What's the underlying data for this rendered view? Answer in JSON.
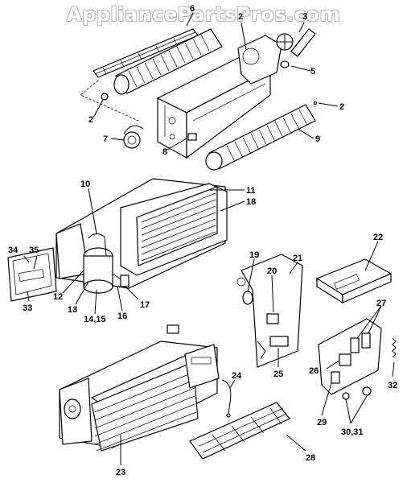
{
  "watermark": "AppliancePartsPros.com",
  "callouts": {
    "c1": "2",
    "c2": "3",
    "c3": "6",
    "c4": "5",
    "c5": "2",
    "c6": "2",
    "c7": "7",
    "c8": "8",
    "c9": "9",
    "c10": "10",
    "c11": "11",
    "c12": "18",
    "c13": "34",
    "c14": "35",
    "c15": "33",
    "c16": "12",
    "c17": "13",
    "c18": "14,15",
    "c19": "16",
    "c20": "17",
    "c21": "19",
    "c22": "20",
    "c23": "21",
    "c24": "25",
    "c25": "22",
    "c26": "27",
    "c27": "26",
    "c28": "32",
    "c29": "29",
    "c30": "30,31",
    "c31": "24",
    "c32": "23",
    "c33": "28"
  }
}
